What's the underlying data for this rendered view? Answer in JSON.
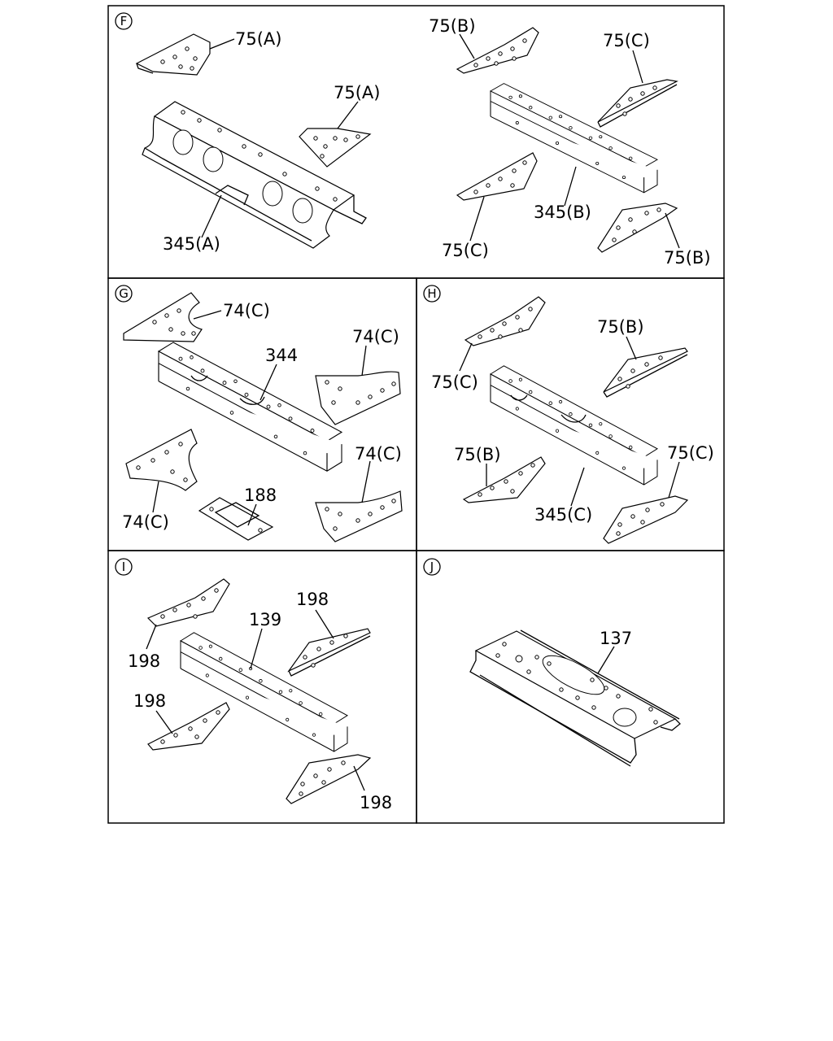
{
  "sections": {
    "F": {
      "id": "F",
      "labels": {
        "a1": "75(A)",
        "a2": "75(A)",
        "main": "345(A)",
        "b1": "75(B)",
        "c1": "75(C)",
        "mainb": "345(B)",
        "c2": "75(C)",
        "b2": "75(B)"
      }
    },
    "G": {
      "id": "G",
      "labels": {
        "c1": "74(C)",
        "main": "344",
        "c2": "74(C)",
        "c3": "74(C)",
        "c4": "74(C)",
        "p188": "188"
      }
    },
    "H": {
      "id": "H",
      "labels": {
        "c1": "75(C)",
        "b1": "75(B)",
        "b2": "75(B)",
        "c2": "75(C)",
        "main": "345(C)"
      }
    },
    "I": {
      "id": "I",
      "labels": {
        "p1": "198",
        "main": "139",
        "p2": "198",
        "p3": "198",
        "p4": "198"
      }
    },
    "J": {
      "id": "J",
      "labels": {
        "main": "137"
      }
    }
  }
}
